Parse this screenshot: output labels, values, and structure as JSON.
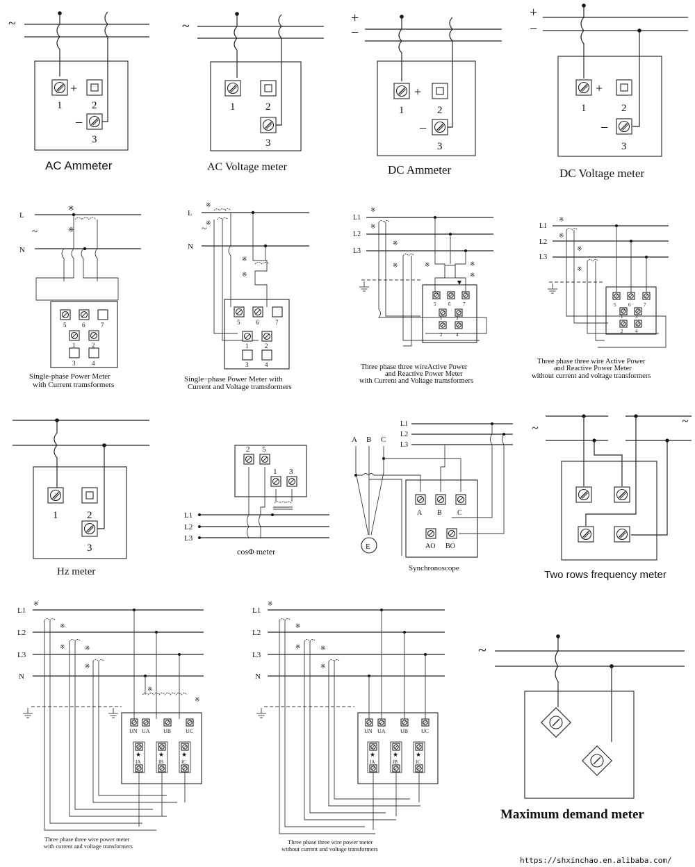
{
  "colors": {
    "ink": "#222222",
    "background": "#ffffff"
  },
  "icon": {
    "ct_symbol": "※"
  },
  "diagrams": {
    "ac_ammeter": {
      "caption": "AC Ammeter",
      "supply": "~",
      "t1": "1",
      "t2": "2",
      "t3": "3",
      "plus": "+",
      "minus": "−"
    },
    "ac_voltage": {
      "caption": "AC Voltage meter",
      "supply": "~",
      "t1": "1",
      "t2": "2",
      "t3": "3"
    },
    "dc_ammeter": {
      "caption": "DC Ammeter",
      "pos": "+",
      "neg": "−",
      "t1": "1",
      "t2": "2",
      "t3": "3",
      "plus": "+",
      "minus": "−"
    },
    "dc_voltage": {
      "caption": "DC Voltage meter",
      "pos": "+",
      "neg": "−",
      "t1": "1",
      "t2": "2",
      "t3": "3",
      "plus": "+",
      "minus": "−"
    },
    "sp_ct": {
      "caption_line1": "Single-phase Power Meter",
      "caption_line2": "with Current tramsformers",
      "L": "L",
      "N": "N",
      "supply": "~",
      "terms": [
        "5",
        "6",
        "7",
        "1",
        "2",
        "3",
        "4"
      ]
    },
    "sp_ctvt": {
      "caption_line1": "Single−phase Power Meter with",
      "caption_line2": "Current and Voltage tramsformers",
      "L": "L",
      "N": "N",
      "supply": "~",
      "terms": [
        "5",
        "6",
        "7",
        "1",
        "2",
        "3",
        "4"
      ]
    },
    "tp3w_ctvt": {
      "caption_line1": "Three phase three wireActive Power",
      "caption_line2": "and Reactive Power Meter",
      "caption_line3": "with Current and Voltage tramsformers",
      "L1": "L1",
      "L2": "L2",
      "L3": "L3",
      "terms": [
        "5",
        "6",
        "7",
        "1",
        "3",
        "2",
        "4"
      ]
    },
    "tp3w_noct": {
      "caption_line1": "Three phase three wire Active Power",
      "caption_line2": "and Reactive Power Meter",
      "caption_line3": "without current and voltage transformers",
      "L1": "L1",
      "L2": "L2",
      "L3": "L3",
      "terms": [
        "5",
        "6",
        "7",
        "1",
        "3",
        "2",
        "4"
      ]
    },
    "hz_meter": {
      "caption": "Hz meter",
      "t1": "1",
      "t2": "2",
      "t3": "3"
    },
    "cos_phi": {
      "caption": "cosΦ meter",
      "L1": "L1",
      "L2": "L2",
      "L3": "L3",
      "terms": [
        "2",
        "5",
        "1",
        "3"
      ]
    },
    "synchroscope": {
      "caption": "Synchronoscope",
      "A": "A",
      "B": "B",
      "C": "C",
      "L1": "L1",
      "L2": "L2",
      "L3": "L3",
      "E": "E",
      "terms": [
        "A",
        "B",
        "C",
        "AO",
        "BO"
      ]
    },
    "two_rows_freq": {
      "caption": "Two rows frequency meter",
      "supply_left": "~",
      "supply_right": "~"
    },
    "tp_ctvt": {
      "caption_line1": "Three phase three wire power meter",
      "caption_line2": "with current and voltage transformers",
      "L1": "L1",
      "L2": "L2",
      "L3": "L3",
      "N": "N",
      "u_terms": [
        "UN",
        "UA",
        "UB",
        "UC"
      ],
      "i_terms": [
        "IA",
        "IB",
        "IC"
      ]
    },
    "tp_noct": {
      "caption_line1": "Three phase three wire power meter",
      "caption_line2": "without current and voltage transformers",
      "L1": "L1",
      "L2": "L2",
      "L3": "L3",
      "N": "N",
      "u_terms": [
        "UN",
        "UA",
        "UB",
        "UC"
      ],
      "i_terms": [
        "IA",
        "IB",
        "IC"
      ]
    },
    "max_demand": {
      "caption": "Maximum demand meter",
      "supply": "~"
    }
  },
  "watermark": "https://shxinchao.en.alibaba.com/"
}
